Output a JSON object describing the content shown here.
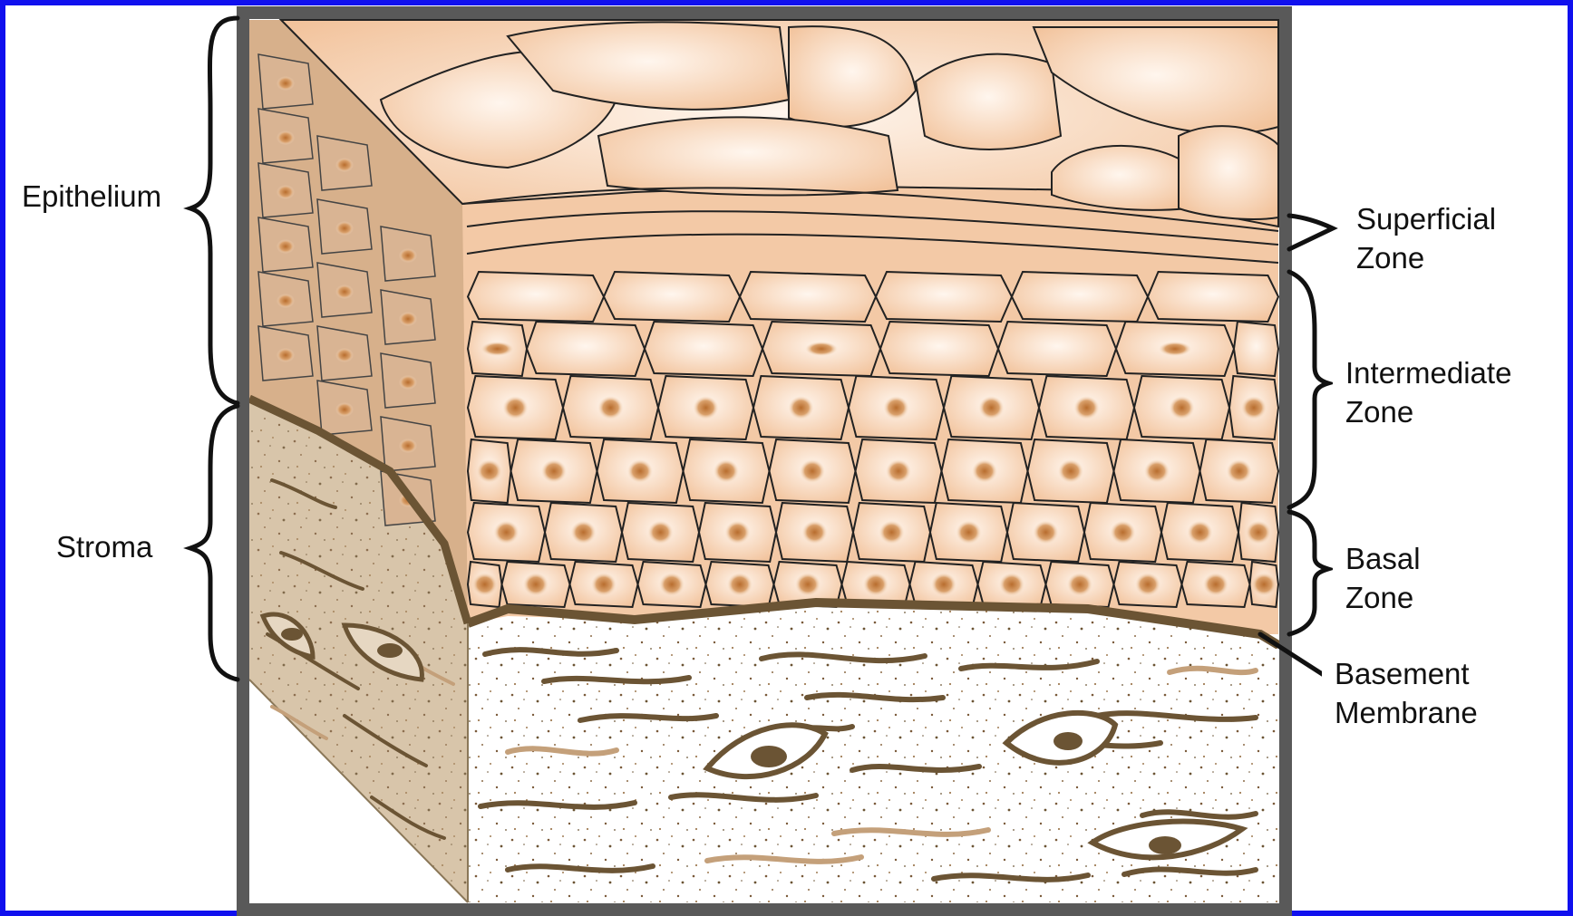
{
  "labels": {
    "epithelium": "Epithelium",
    "stroma": "Stroma",
    "superficial": [
      "Superficial",
      "Zone"
    ],
    "intermediate": [
      "Intermediate",
      "Zone"
    ],
    "basal": [
      "Basal",
      "Zone"
    ],
    "basement": [
      "Basement",
      "Membrane"
    ]
  },
  "colors": {
    "border": "#1010ee",
    "frame": "#595959",
    "cell_fill": "#f3c9a6",
    "cell_light": "#fde8d8",
    "nucleus": "#c98a52",
    "membrane": "#6b5434",
    "stroma_side": "#d6c3a8",
    "stroma_front": "#ffffff",
    "fiber_dark": "#6b5434",
    "fiber_light": "#c4a07a"
  }
}
